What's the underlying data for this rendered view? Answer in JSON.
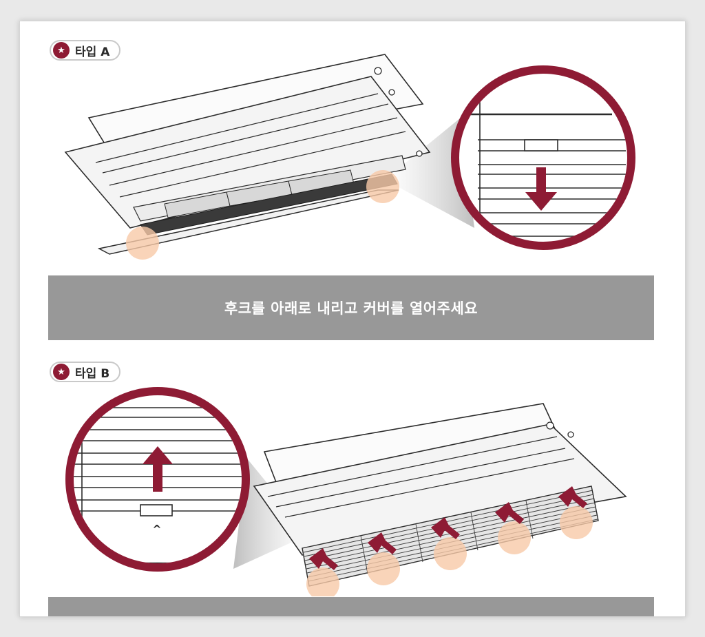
{
  "sections": [
    {
      "badge_icon": "star-icon",
      "badge_label": "타입 A",
      "caption": "후크를 아래로 내리고 커버를 열어주세요"
    },
    {
      "badge_icon": "star-icon",
      "badge_label": "타입 B",
      "caption": ""
    }
  ],
  "colors": {
    "accent": "#8e1b34",
    "banner_bg": "#989898",
    "highlight": "#f7c9a8"
  }
}
